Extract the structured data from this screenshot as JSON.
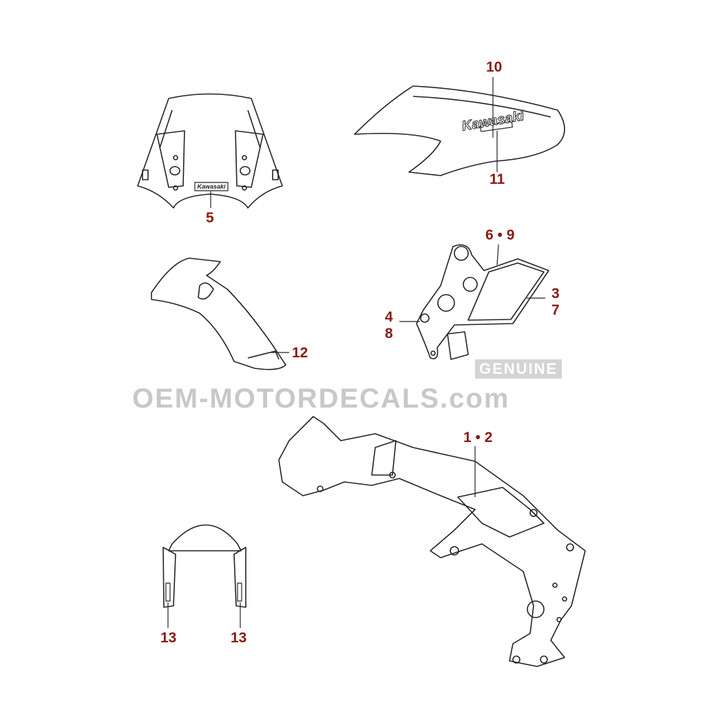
{
  "callouts": {
    "c10": "10",
    "c11": "11",
    "c5": "5",
    "c69": "6 • 9",
    "c3": "3",
    "c7": "7",
    "c4": "4",
    "c8": "8",
    "c12": "12",
    "c12b": "1 • 2",
    "c13a": "13",
    "c13b": "13"
  },
  "decal_text": {
    "windshield": "Kawasaki",
    "fairing": "Kawasaki"
  },
  "watermark": {
    "badge": "GENUINE",
    "site": "OEM-MOTORDECALS.com"
  },
  "colors": {
    "callout": "#8b1a10",
    "line": "#222222",
    "watermark": "#c8c8c8"
  }
}
